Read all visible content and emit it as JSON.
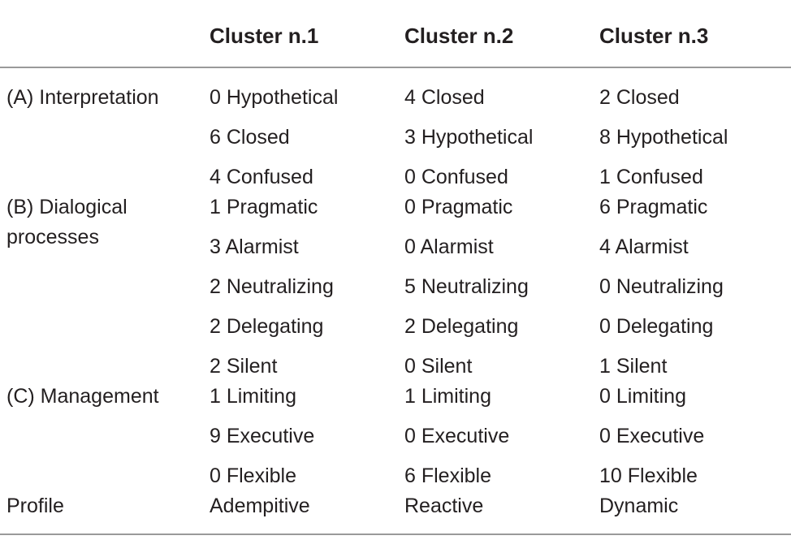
{
  "table": {
    "headers": [
      "",
      "Cluster n.1",
      "Cluster n.2",
      "Cluster n.3"
    ],
    "sections": [
      {
        "label_lines": [
          "(A) Interpretation"
        ],
        "rows": [
          [
            "0 Hypothetical",
            "4 Closed",
            "2 Closed"
          ],
          [
            "6 Closed",
            "3 Hypothetical",
            "8 Hypothetical"
          ],
          [
            "4 Confused",
            "0 Confused",
            "1 Confused"
          ]
        ]
      },
      {
        "label_lines": [
          "(B) Dialogical",
          "processes"
        ],
        "rows": [
          [
            "1 Pragmatic",
            "0 Pragmatic",
            "6 Pragmatic"
          ],
          [
            "3 Alarmist",
            "0 Alarmist",
            "4 Alarmist"
          ],
          [
            "2 Neutralizing",
            "5 Neutralizing",
            "0 Neutralizing"
          ],
          [
            "2 Delegating",
            "2 Delegating",
            "0 Delegating"
          ],
          [
            "2 Silent",
            "0 Silent",
            "1 Silent"
          ]
        ]
      },
      {
        "label_lines": [
          "(C) Management"
        ],
        "rows": [
          [
            "1 Limiting",
            "1 Limiting",
            "0 Limiting"
          ],
          [
            "9 Executive",
            "0 Executive",
            "0 Executive"
          ],
          [
            "0 Flexible",
            "6 Flexible",
            "10 Flexible"
          ]
        ]
      },
      {
        "label_lines": [
          "Profile"
        ],
        "rows": [
          [
            "Adempitive",
            "Reactive",
            "Dynamic"
          ]
        ]
      }
    ]
  }
}
